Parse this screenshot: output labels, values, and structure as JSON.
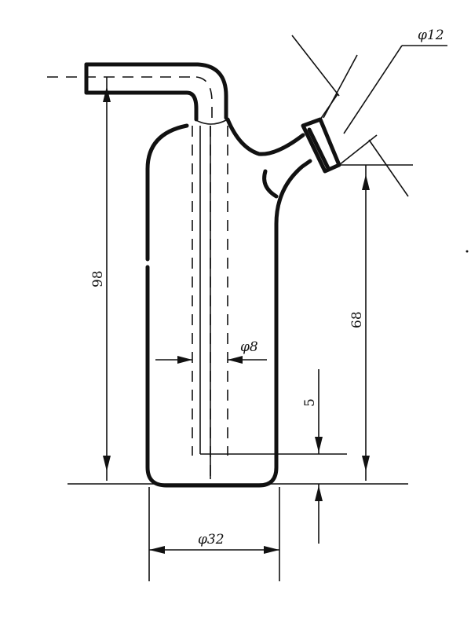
{
  "diagram": {
    "labels": {
      "side_tube_diameter": "φ12",
      "inner_tube_diameter": "φ8",
      "body_diameter": "φ32",
      "total_height": "98",
      "side_tube_height": "68",
      "tube_gap": "5"
    },
    "colors": {
      "ink": "#111111",
      "paper": "#ffffff"
    }
  }
}
